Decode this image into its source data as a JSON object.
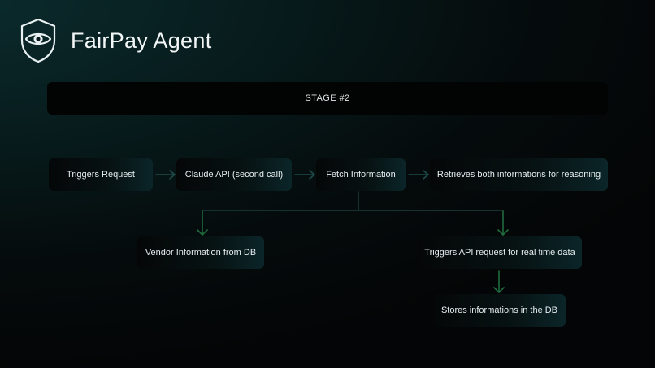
{
  "header": {
    "title": "FairPay Agent",
    "logo_icon": "eye-shield-icon"
  },
  "stage": {
    "label": "STAGE #2"
  },
  "nodes": {
    "triggers_request": "Triggers Request",
    "claude_api": "Claude API (second call)",
    "fetch_information": "Fetch Information",
    "retrieves_both": "Retrieves both informations for reasoning",
    "vendor_information": "Vendor Information from DB",
    "triggers_api_request": "Triggers API request for real time data",
    "stores_informations": "Stores informations in the DB"
  },
  "colors": {
    "background": "#050b0c",
    "accent_teal": "#1f4b49",
    "arrow_green": "#1f6b3e",
    "text": "#e6eef0"
  }
}
